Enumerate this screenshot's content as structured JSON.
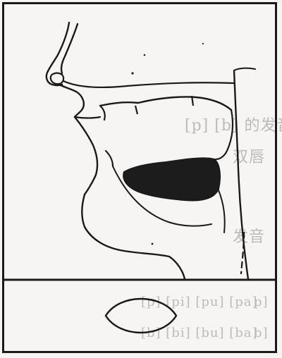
{
  "figure": {
    "type": "articulatory-diagram",
    "content": "midsagittal cross-section of the vocal tract with lip-shape inset",
    "ink_color": "#1a1a1a",
    "paper_color": "#f6f5f3",
    "bleed_through_color": "#bdbbb8",
    "tongue_fill": "#1c1c1c"
  },
  "bleed_through": {
    "line1": "[p] [b] 的发音",
    "line2": "双唇",
    "line3": "发音",
    "line4": "[p]  [pi] [pu] [pa]",
    "line5": "[b]  [bi] [bu] [ba]",
    "left1": "p]",
    "left2": "b]"
  }
}
